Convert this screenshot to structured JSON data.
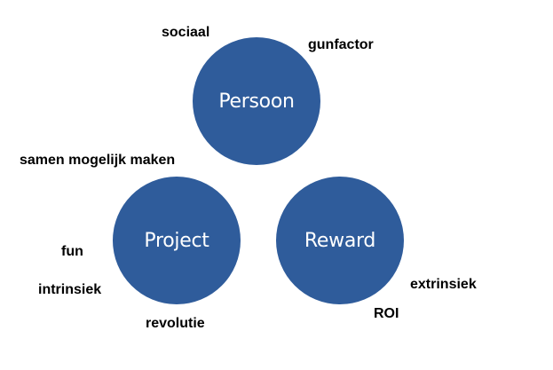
{
  "colors": {
    "circle_fill": "#2f5c9b",
    "text_on_circle": "#ffffff",
    "label_text": "#000000",
    "background": "#ffffff"
  },
  "circles": {
    "persoon": "Persoon",
    "project": "Project",
    "reward": "Reward"
  },
  "labels": {
    "sociaal": "sociaal",
    "gunfactor": "gunfactor",
    "samen": "samen mogelijk maken",
    "fun": "fun",
    "intrinsiek": "intrinsiek",
    "revolutie": "revolutie",
    "extrinsiek": "extrinsiek",
    "roi": "ROI"
  }
}
